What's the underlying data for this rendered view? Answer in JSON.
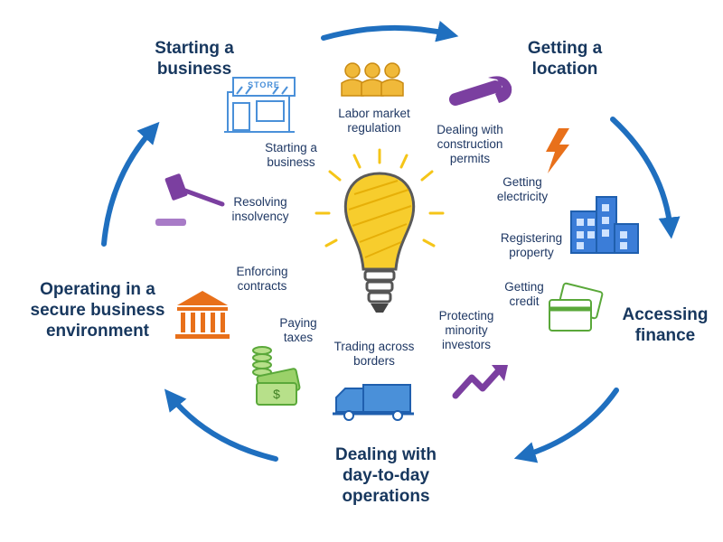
{
  "colors": {
    "phase_text": "#17375e",
    "topic_text": "#1f3864",
    "arrow": "#1f6fbf",
    "bulb": "#f5c518",
    "purple": "#7b3fa0",
    "orange": "#e8701a",
    "green": "#6cc04a",
    "blue": "#3b7dd8"
  },
  "phases": {
    "starting": "Starting a\nbusiness",
    "location": "Getting a\nlocation",
    "finance": "Accessing\nfinance",
    "operations": "Dealing with\nday-to-day\noperations",
    "environment": "Operating in a\nsecure business\nenvironment"
  },
  "topics": {
    "starting_business": "Starting a\nbusiness",
    "labor_market": "Labor market\nregulation",
    "construction_permits": "Dealing with\nconstruction\npermits",
    "electricity": "Getting\nelectricity",
    "registering_property": "Registering\nproperty",
    "credit": "Getting\ncredit",
    "minority_investors": "Protecting\nminority\ninvestors",
    "trading": "Trading across\nborders",
    "paying_taxes": "Paying\ntaxes",
    "enforcing_contracts": "Enforcing\ncontracts",
    "resolving_insolvency": "Resolving\ninsolvency"
  },
  "icons": {
    "store_sign": "STORE"
  }
}
